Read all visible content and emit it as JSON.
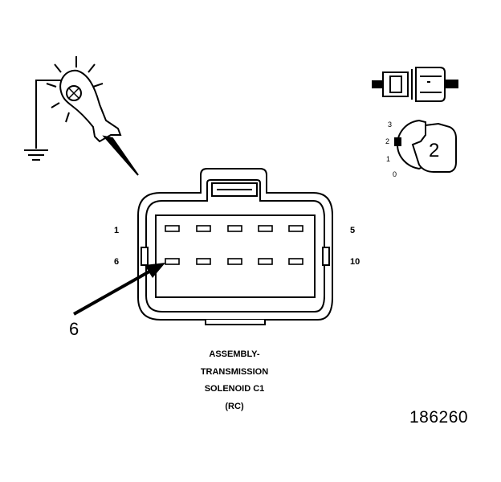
{
  "connector": {
    "pin_labels": {
      "top_left": "1",
      "top_right": "5",
      "bottom_left": "6",
      "bottom_right": "10"
    },
    "callout_label": "6",
    "caption_lines": [
      "ASSEMBLY-",
      "TRANSMISSION",
      "SOLENOID C1",
      "(RC)"
    ]
  },
  "meter": {
    "scale_labels": [
      "3",
      "2",
      "1",
      "0"
    ],
    "selection_label": "2"
  },
  "figure_number": "186260",
  "icons": [
    "test-lamp-probe-icon",
    "ground-symbol-icon",
    "meter-lead-plug-icon",
    "meter-dial-icon"
  ]
}
